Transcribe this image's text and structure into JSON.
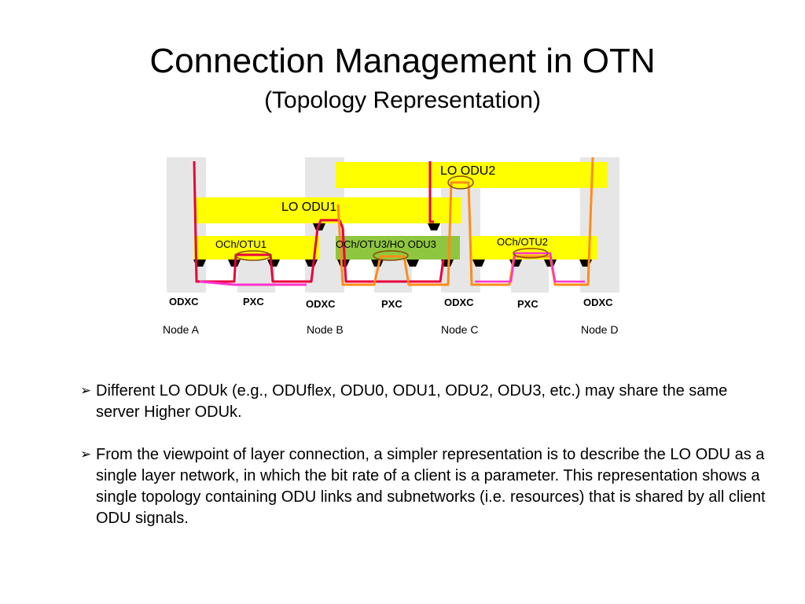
{
  "title": "Connection Management in OTN",
  "subtitle": "(Topology Representation)",
  "diagram": {
    "layers": {
      "lo_odu2": "LO ODU2",
      "lo_odu1": "LO ODU1",
      "och_otu1": "OCh/OTU1",
      "och_otu3": "OCh/OTU3/HO ODU3",
      "och_otu2": "OCh/OTU2"
    },
    "boxes": {
      "odxc_a": "ODXC",
      "pxc_1": "PXC",
      "odxc_b": "ODXC",
      "pxc_2": "PXC",
      "odxc_c": "ODXC",
      "pxc_3": "PXC",
      "odxc_d": "ODXC"
    },
    "nodes": {
      "a": "Node A",
      "b": "Node B",
      "c": "Node C",
      "d": "Node D"
    },
    "colors": {
      "lo_band": "#ffff00",
      "och_band": "#ffff00",
      "ho_band": "#8fc63f",
      "column": "#e6e6e6",
      "trace_red": "#e8003c",
      "trace_magenta": "#ff33cc",
      "trace_orange": "#ff8c1a"
    }
  },
  "bullets": [
    {
      "marker": "➢",
      "text": "Different LO ODUk (e.g., ODUflex, ODU0, ODU1, ODU2, ODU3, etc.) may share the same server Higher ODUk."
    },
    {
      "marker": "➢",
      "text": "From the viewpoint of layer connection, a simpler representation is to describe the LO ODU as a single layer network, in which the bit rate of a client is a parameter. This representation shows a single topology containing ODU links and subnetworks (i.e. resources) that is shared by all client ODU signals."
    }
  ]
}
